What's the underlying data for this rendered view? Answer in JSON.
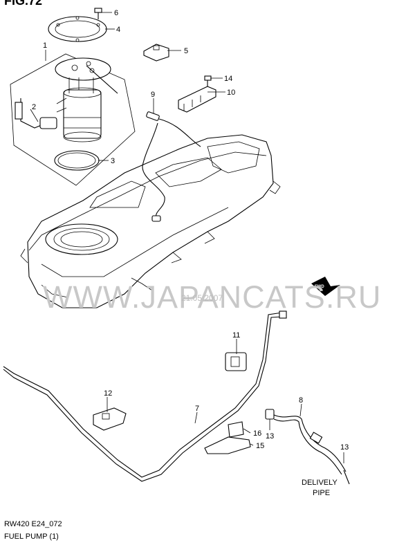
{
  "figure": {
    "title": "FIG.72",
    "code": "RW420 E24_072",
    "caption": "FUEL PUMP (1)"
  },
  "callouts": [
    "1",
    "2",
    "3",
    "4",
    "5",
    "6",
    "7",
    "8",
    "9",
    "10",
    "11",
    "12",
    "13",
    "13",
    "14",
    "15",
    "16"
  ],
  "notes": {
    "delivery_line1": "DELIVELY",
    "delivery_line2": "PIPE",
    "fwd": "FWD"
  },
  "watermark": {
    "text": "WWW.JAPANCATS.RU",
    "date": "21.05.2007"
  }
}
